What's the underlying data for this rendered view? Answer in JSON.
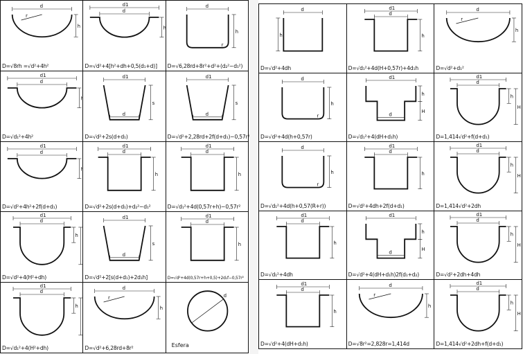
{
  "left": {
    "cells": [
      {
        "formula": "D=√8rh  =√d²+4h²"
      },
      {
        "formula": "D=√d²+4[h²+dh+0,5(d₁+d)]"
      },
      {
        "formula": "D=√6,28rd+8r²+d²+(d₂²−d₁²)"
      },
      {
        "formula": "D=√d₁²+4h²"
      },
      {
        "formula": "D=√d²+2s(d+d₁)"
      },
      {
        "formula": "D=√d²+2,28rd+2f(d+d₁)−0,57r²"
      },
      {
        "formula": "D=√d²+4h²+2f(d+d₁)"
      },
      {
        "formula": "D=√d²+2s(d+d₁)+d₂²−d₁²"
      },
      {
        "formula": "D=√d₁²+4d(0,57r+h)−0,57r²"
      },
      {
        "formula": "D=√d²+4(H²+dh)"
      },
      {
        "formula": "D=√d²+2[s(d+d₁)+2d₁h]"
      },
      {
        "formula": "D=√d²+4d(0,57r+h+0,5)+2d₁f−0,57r²"
      },
      {
        "formula": "D=√d₁²+4(H²+dh)"
      },
      {
        "formula": "D=√d²+6,28rd+8r²"
      },
      {
        "formula": "",
        "label": "Esfera"
      }
    ]
  },
  "right": {
    "cells": [
      {
        "formula": "D=√d²+4dh"
      },
      {
        "formula": "D=√d₁²+4d(H+0,57r)+4d₁h"
      },
      {
        "formula": "D=√d²+d₁²"
      },
      {
        "formula": "D=√d²+4d(h+0,57r)"
      },
      {
        "formula": "D=√d₁²+4(dH+d₁h)"
      },
      {
        "formula": "D=1,414√d²+f(d+d₁)"
      },
      {
        "formula": "D=√d₁²+4d(h+0,57(R+r))"
      },
      {
        "formula": "D=√d²+4dh+2f(d+d₁)"
      },
      {
        "formula": "D=1,414√d²+2dh"
      },
      {
        "formula": "D=√d₁²+4dh"
      },
      {
        "formula": "D=√d²+4(dH+d₁h)2f(d₁+d₂)"
      },
      {
        "formula": "D=√d²+2dh+4dh"
      },
      {
        "formula": "D=√d²+4(dH+d₁h)"
      },
      {
        "formula": "D=√8r²=2,828r=1,414d"
      },
      {
        "formula": "D=1,414√d²+2dh+f(d+d₁)"
      }
    ]
  },
  "labels": {
    "d": "d",
    "d1": "d1",
    "d2": "d2",
    "h": "h",
    "H": "H",
    "r": "r",
    "s": "s",
    "R": "R",
    "f": "f"
  }
}
